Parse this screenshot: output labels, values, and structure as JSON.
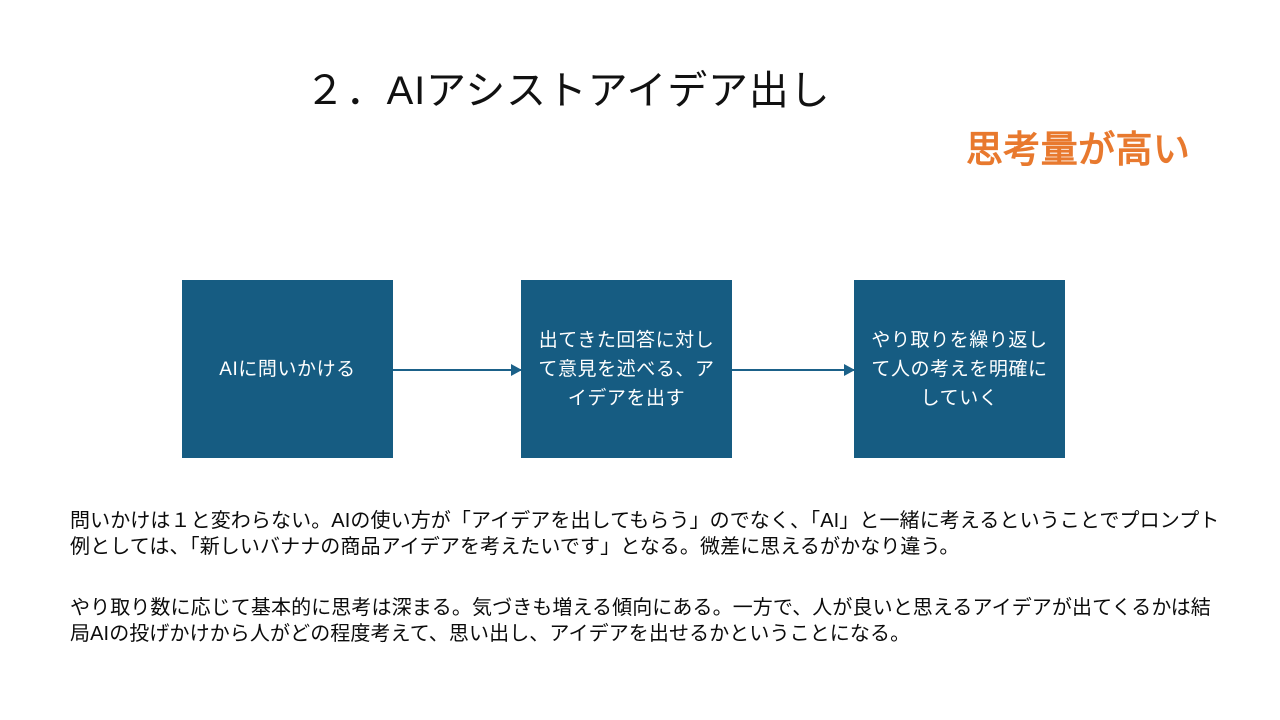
{
  "slide": {
    "title": "２．AIアシストアイデア出し",
    "badge": "思考量が高い",
    "badge_color": "#E8792E",
    "box_color": "#165C82",
    "arrow_color": "#1B6189",
    "background": "#FFFFFF"
  },
  "flow": {
    "boxes": [
      {
        "label": "AIに問いかける"
      },
      {
        "label": "出てきた回答に対して意見を述べる、アイデアを出す"
      },
      {
        "label": "やり取りを繰り返して人の考えを明確にしていく"
      }
    ],
    "connectors": [
      {
        "name": "arrow-box1-to-box2"
      },
      {
        "name": "arrow-box2-to-box3"
      }
    ]
  },
  "body": {
    "paragraphs": [
      "問いかけは１と変わらない。AIの使い方が「アイデアを出してもらう」のでなく、「AI」と一緒に考えるということでプロンプト例としては、「新しいバナナの商品アイデアを考えたいです」となる。微差に思えるがかなり違う。",
      "やり取り数に応じて基本的に思考は深まる。気づきも増える傾向にある。一方で、人が良いと思えるアイデアが出てくるかは結局AIの投げかけから人がどの程度考えて、思い出し、アイデアを出せるかということになる。"
    ]
  }
}
